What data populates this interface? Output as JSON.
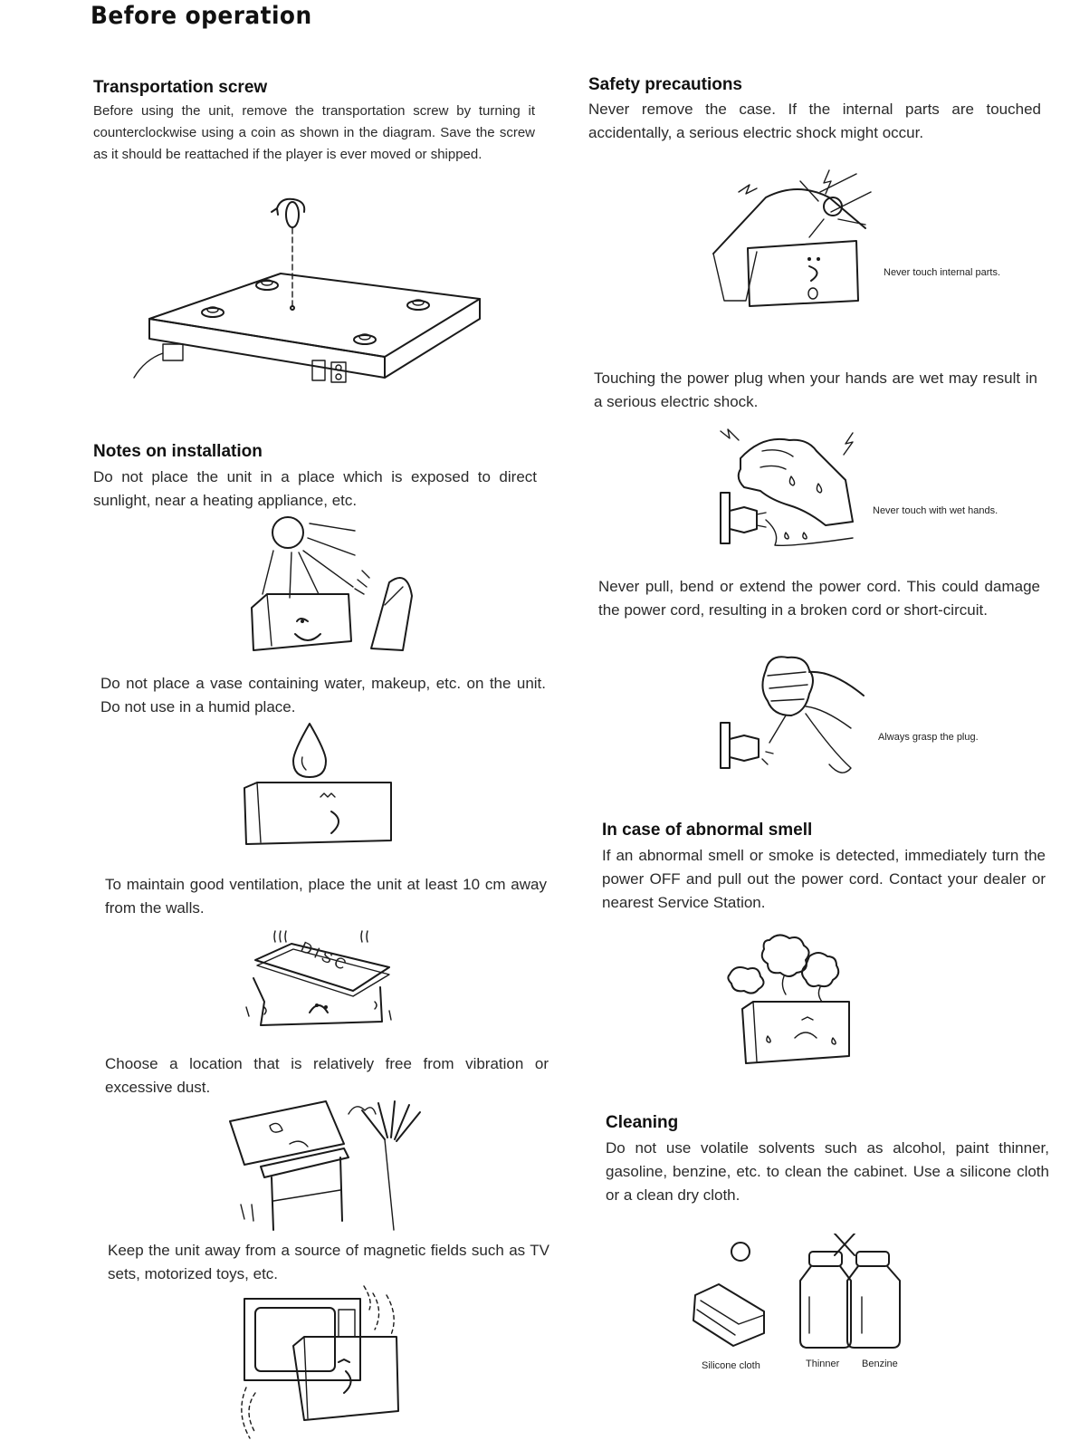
{
  "page": {
    "title": "Before operation"
  },
  "left": {
    "transport": {
      "heading": "Transportation screw",
      "body": "Before using the unit, remove the transportation screw by turning it counterclockwise using a coin as shown in the diagram. Save the screw as it should be reattached if the player is ever moved or shipped."
    },
    "installation": {
      "heading": "Notes on installation",
      "sunlight": "Do not place the unit in a place which is exposed to direct sunlight, near a heating appliance, etc.",
      "vase": "Do not place a vase containing water, makeup, etc. on the unit. Do not use in a humid place.",
      "ventilation": "To maintain good ventilation, place the unit at least 10 cm away from the walls.",
      "disc_label": "DISC",
      "vibration": "Choose a location that is relatively free from vibration or excessive dust.",
      "magnetic": "Keep the unit away from a source of magnetic fields such as TV sets, motorized toys, etc."
    }
  },
  "right": {
    "safety": {
      "heading": "Safety precautions",
      "case": "Never remove the case. If the internal parts are touched accidentally, a serious electric shock might occur.",
      "caption_internal": "Never touch internal parts.",
      "wet": "Touching the power plug when your hands are wet may result in a serious electric shock.",
      "caption_wet": "Never touch with wet hands.",
      "cord": "Never pull, bend or extend the power cord. This could damage the power cord, resulting in a broken cord or short-circuit.",
      "caption_plug": "Always grasp the plug."
    },
    "smell": {
      "heading": "In case of abnormal smell",
      "body": "If an abnormal smell or smoke is detected, immediately turn the power OFF and pull out the power cord. Contact your dealer or nearest Service Station."
    },
    "cleaning": {
      "heading": "Cleaning",
      "body": "Do not use volatile solvents such as alcohol, paint thinner, gasoline, benzine, etc. to clean the cabinet. Use a silicone cloth or a clean dry cloth.",
      "label_silicone": "Silicone cloth",
      "label_thinner": "Thinner",
      "label_benzine": "Benzine"
    }
  },
  "icons": {
    "transport": "coin-turning-screw-icon",
    "sun": "sun-heat-icon",
    "vase": "water-drop-icon",
    "ventilation": "ventilation-icon",
    "vibration": "vibration-duster-icon",
    "magnetic": "magnetic-tv-icon",
    "internal": "electric-shock-icon",
    "wet_hand": "wet-hand-icon",
    "plug": "grasp-plug-icon",
    "smell": "smoke-icon",
    "cleaning": "cleaning-bottles-icon"
  }
}
